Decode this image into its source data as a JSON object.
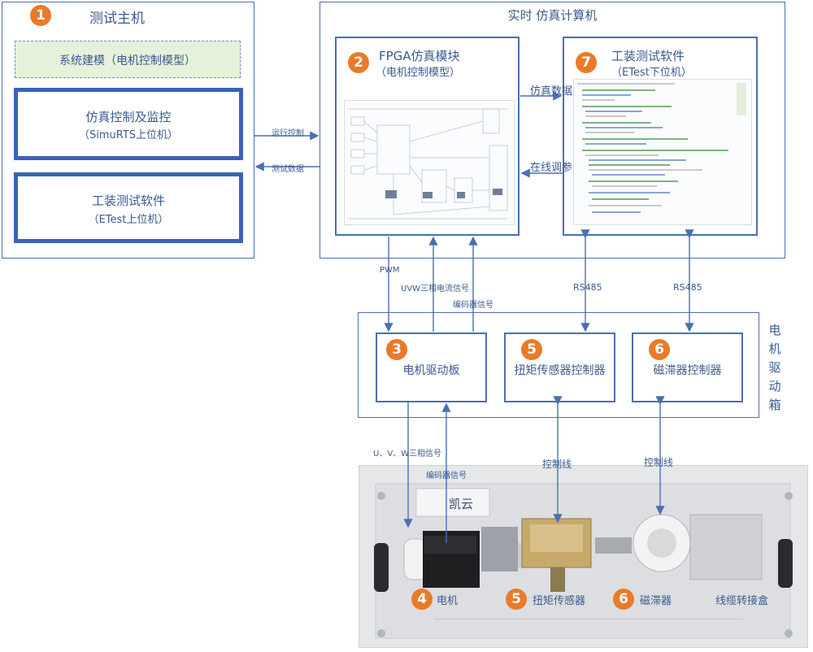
{
  "test_host": {
    "number": "1",
    "title": "测试主机",
    "modeling": "系统建模（电机控制模型）",
    "sim_control": {
      "line1": "仿真控制及监控",
      "line2": "（SimuRTS上位机）"
    },
    "etest": {
      "line1": "工装测试软件",
      "line2": "（ETest上位机）"
    }
  },
  "rt_computer": {
    "title": "实时 仿真计算机",
    "fpga": {
      "number": "2",
      "line1": "FPGA仿真模块",
      "line2": "（电机控制模型）"
    },
    "etest_lower": {
      "number": "7",
      "line1": "工装测试软件",
      "line2": "（ETest下位机）"
    }
  },
  "links": {
    "run_control": "运行控制",
    "test_data": "测试数据",
    "sim_data": "仿真数据",
    "online_tuning": "在线调参",
    "pwm": "PWM",
    "uvw_current": "UVW三相电流信号",
    "encoder_top": "编码器信号",
    "rs485_a": "RS485",
    "rs485_b": "RS485",
    "uvw_signal": "U、V、W三相信号",
    "encoder_bottom": "编码器信号",
    "control_line_a": "控制线",
    "control_line_b": "控制线"
  },
  "drive_box": {
    "label_chars": [
      "电",
      "机",
      "驱",
      "动",
      "箱"
    ],
    "motor_board": {
      "number": "3",
      "label": "电机驱动板"
    },
    "torque_ctrl": {
      "number": "5",
      "label": "扭矩传感器控制器"
    },
    "brake_ctrl": {
      "number": "6",
      "label": "磁滞器控制器"
    }
  },
  "photo": {
    "brand": "凯云",
    "motor": {
      "number": "4",
      "label": "电机"
    },
    "torque": {
      "number": "5",
      "label": "扭矩传感器"
    },
    "brake": {
      "number": "6",
      "label": "磁滞器"
    },
    "junction": "线缆转接盒"
  }
}
